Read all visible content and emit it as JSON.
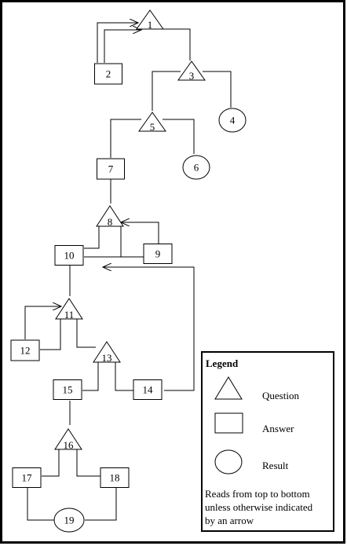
{
  "nodes": [
    {
      "id": "1",
      "label": "1",
      "kind": "question"
    },
    {
      "id": "2",
      "label": "2",
      "kind": "answer"
    },
    {
      "id": "3",
      "label": "3",
      "kind": "question"
    },
    {
      "id": "4",
      "label": "4",
      "kind": "result"
    },
    {
      "id": "5",
      "label": "5",
      "kind": "question"
    },
    {
      "id": "6",
      "label": "6",
      "kind": "result"
    },
    {
      "id": "7",
      "label": "7",
      "kind": "answer"
    },
    {
      "id": "8",
      "label": "8",
      "kind": "question"
    },
    {
      "id": "9",
      "label": "9",
      "kind": "answer"
    },
    {
      "id": "10",
      "label": "10",
      "kind": "answer"
    },
    {
      "id": "11",
      "label": "11",
      "kind": "question"
    },
    {
      "id": "12",
      "label": "12",
      "kind": "answer"
    },
    {
      "id": "13",
      "label": "13",
      "kind": "question"
    },
    {
      "id": "14",
      "label": "14",
      "kind": "answer"
    },
    {
      "id": "15",
      "label": "15",
      "kind": "answer"
    },
    {
      "id": "16",
      "label": "16",
      "kind": "question"
    },
    {
      "id": "17",
      "label": "17",
      "kind": "answer"
    },
    {
      "id": "18",
      "label": "18",
      "kind": "answer"
    },
    {
      "id": "19",
      "label": "19",
      "kind": "result"
    }
  ],
  "edges": [
    {
      "from": "2",
      "to": "1",
      "arrow": true
    },
    {
      "from": "1",
      "to": "3",
      "arrow": false
    },
    {
      "from": "3",
      "to": "5",
      "arrow": false
    },
    {
      "from": "3",
      "to": "4",
      "arrow": false
    },
    {
      "from": "5",
      "to": "7",
      "arrow": false
    },
    {
      "from": "5",
      "to": "6",
      "arrow": false
    },
    {
      "from": "7",
      "to": "8",
      "arrow": false
    },
    {
      "from": "8",
      "to": "10",
      "arrow": false
    },
    {
      "from": "8",
      "to": "9",
      "arrow": false
    },
    {
      "from": "9",
      "to": "8",
      "arrow": true
    },
    {
      "from": "10",
      "to": "11",
      "arrow": false
    },
    {
      "from": "12",
      "to": "11",
      "arrow": true
    },
    {
      "from": "11",
      "to": "12",
      "arrow": false
    },
    {
      "from": "11",
      "to": "13",
      "arrow": false
    },
    {
      "from": "13",
      "to": "15",
      "arrow": false
    },
    {
      "from": "13",
      "to": "14",
      "arrow": false
    },
    {
      "from": "14",
      "to": "10",
      "arrow": true
    },
    {
      "from": "15",
      "to": "16",
      "arrow": false
    },
    {
      "from": "16",
      "to": "17",
      "arrow": false
    },
    {
      "from": "16",
      "to": "18",
      "arrow": false
    },
    {
      "from": "17",
      "to": "19",
      "arrow": false
    },
    {
      "from": "18",
      "to": "19",
      "arrow": false
    }
  ],
  "legend": {
    "title": "Legend",
    "items": [
      {
        "shape": "question",
        "label": "Question"
      },
      {
        "shape": "answer",
        "label": "Answer"
      },
      {
        "shape": "result",
        "label": "Result"
      }
    ],
    "note_lines": [
      "Reads from top to bottom",
      "unless otherwise indicated",
      "by an arrow"
    ]
  }
}
